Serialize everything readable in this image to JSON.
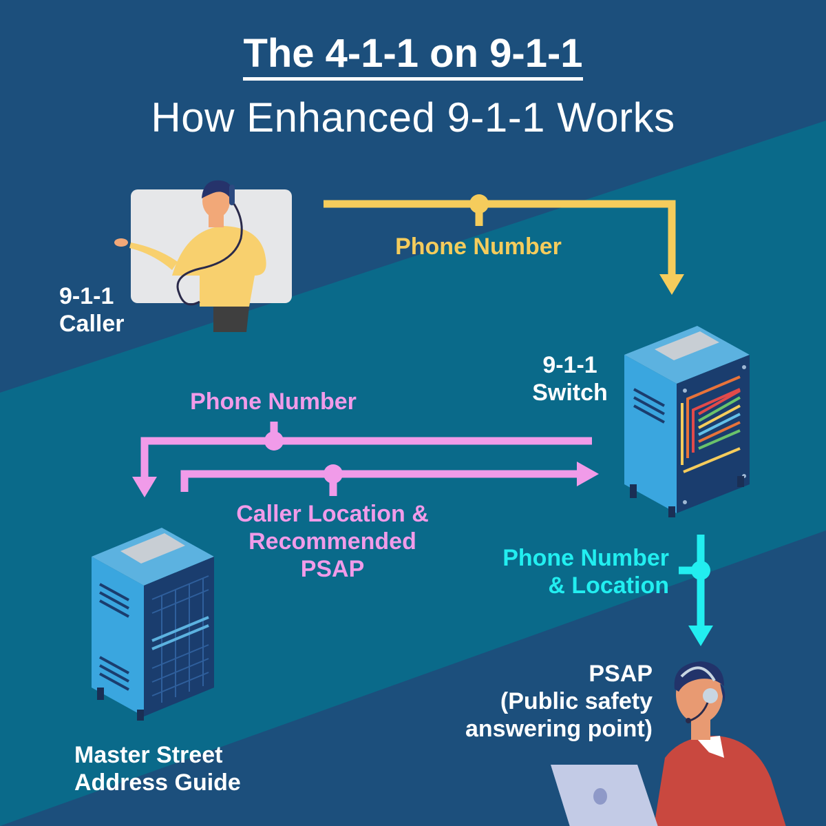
{
  "title": "The 4-1-1 on 9-1-1",
  "subtitle": "How Enhanced 9-1-1 Works",
  "nodes": {
    "caller": "9-1-1\nCaller",
    "switch": "9-1-1\nSwitch",
    "msag": "Master Street\nAddress Guide",
    "psap": "PSAP\n(Public safety\nanswering point)"
  },
  "flows": {
    "caller_to_switch": "Phone Number",
    "switch_to_msag": "Phone Number",
    "msag_to_switch": "Caller Location &\nRecommended\nPSAP",
    "switch_to_psap": "Phone Number\n& Location"
  },
  "colors": {
    "background_dark": "#1c4f7c",
    "background_teal": "#0a6a8a",
    "yellow": "#f5cc5c",
    "pink": "#f19be9",
    "cyan": "#22eef0"
  }
}
